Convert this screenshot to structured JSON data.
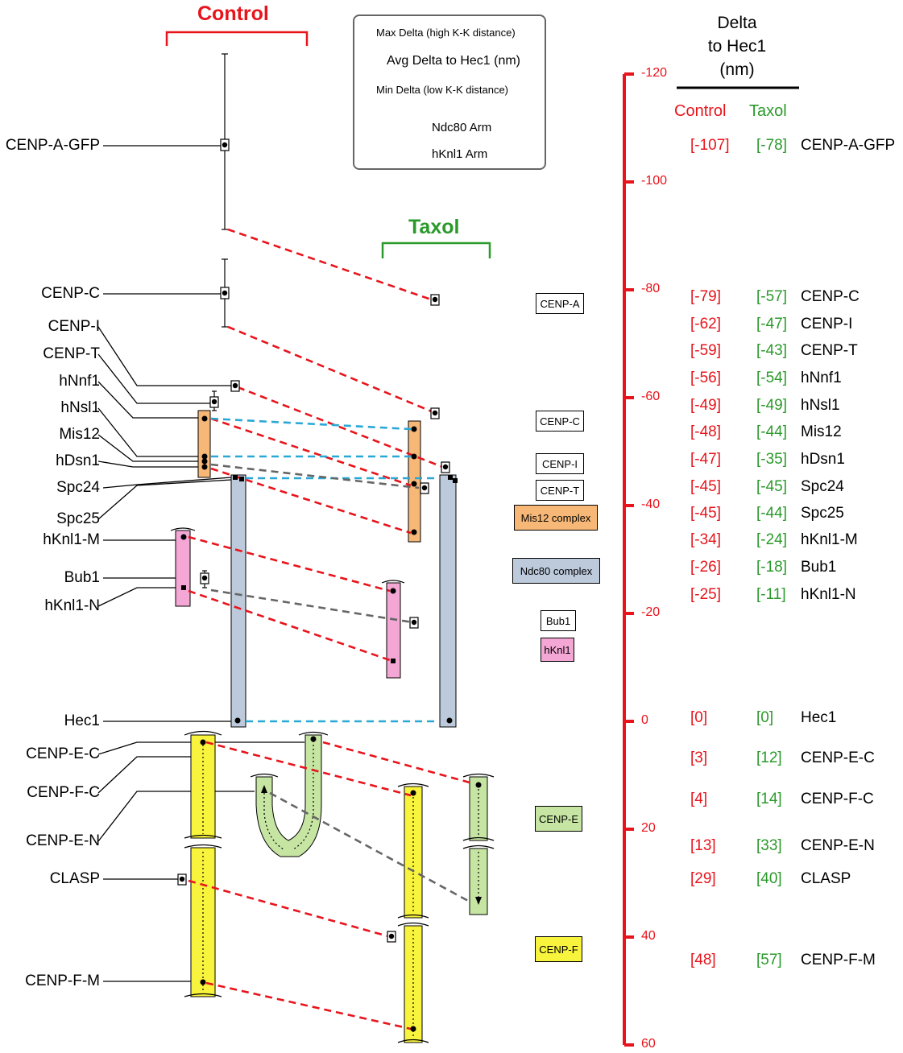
{
  "headers": {
    "control": "Control",
    "taxol": "Taxol"
  },
  "legend": {
    "max_label": "Max Delta (high K-K distance)",
    "avg_label": "Avg Delta to Hec1 (nm)",
    "min_label": "Min Delta (low K-K distance)",
    "ndc80_label": "Ndc80 Arm",
    "hknl1_label": "hKnl1 Arm",
    "ndc80_color": "#29a8d6",
    "hknl1_color": "#e8141c"
  },
  "protein_labels": [
    "CENP-A-GFP",
    "CENP-C",
    "CENP-I",
    "CENP-T",
    "hNnf1",
    "hNsl1",
    "Mis12",
    "hDsn1",
    "Spc24",
    "Spc25",
    "hKnl1-M",
    "Bub1",
    "hKnl1-N",
    "Hec1",
    "CENP-E-C",
    "CENP-F-C",
    "CENP-E-N",
    "CLASP",
    "CENP-F-M"
  ],
  "complex_boxes": [
    {
      "label": "CENP-A",
      "color": "#ffffff"
    },
    {
      "label": "CENP-C",
      "color": "#ffffff"
    },
    {
      "label": "CENP-I",
      "color": "#ffffff"
    },
    {
      "label": "CENP-T",
      "color": "#ffffff"
    },
    {
      "label": "Mis12 complex",
      "color": "#f7b877"
    },
    {
      "label": "Ndc80 complex",
      "color": "#bccadb"
    },
    {
      "label": "Bub1",
      "color": "#ffffff"
    },
    {
      "label": "hKnl1",
      "color": "#f4a6d5"
    },
    {
      "label": "CENP-E",
      "color": "#c6e5a2"
    },
    {
      "label": "CENP-F",
      "color": "#f8f33c"
    }
  ],
  "axis": {
    "ticks": [
      "-120",
      "-100",
      "-80",
      "-60",
      "-40",
      "-20",
      "0",
      "20",
      "40",
      "60"
    ],
    "color": "#e8141c"
  },
  "delta_table": {
    "title_lines": [
      "Delta",
      "to Hec1",
      "(nm)"
    ],
    "col_control": "Control",
    "col_taxol": "Taxol",
    "rows": [
      {
        "control": "[-107]",
        "taxol": "[-78]",
        "name": "CENP-A-GFP"
      },
      {
        "control": "[-79]",
        "taxol": "[-57]",
        "name": "CENP-C"
      },
      {
        "control": "[-62]",
        "taxol": "[-47]",
        "name": "CENP-I"
      },
      {
        "control": "[-59]",
        "taxol": "[-43]",
        "name": "CENP-T"
      },
      {
        "control": "[-56]",
        "taxol": "[-54]",
        "name": "hNnf1"
      },
      {
        "control": "[-49]",
        "taxol": "[-49]",
        "name": "hNsl1"
      },
      {
        "control": "[-48]",
        "taxol": "[-44]",
        "name": "Mis12"
      },
      {
        "control": "[-47]",
        "taxol": "[-35]",
        "name": "hDsn1"
      },
      {
        "control": "[-45]",
        "taxol": "[-45]",
        "name": "Spc24"
      },
      {
        "control": "[-45]",
        "taxol": "[-44]",
        "name": "Spc25"
      },
      {
        "control": "[-34]",
        "taxol": "[-24]",
        "name": "hKnl1-M"
      },
      {
        "control": "[-26]",
        "taxol": "[-18]",
        "name": "Bub1"
      },
      {
        "control": "[-25]",
        "taxol": "[-11]",
        "name": "hKnl1-N"
      },
      {
        "control": "[0]",
        "taxol": "[0]",
        "name": "Hec1"
      },
      {
        "control": "[3]",
        "taxol": "[12]",
        "name": "CENP-E-C"
      },
      {
        "control": "[4]",
        "taxol": "[14]",
        "name": "CENP-F-C"
      },
      {
        "control": "[13]",
        "taxol": "[33]",
        "name": "CENP-E-N"
      },
      {
        "control": "[29]",
        "taxol": "[40]",
        "name": "CLASP"
      },
      {
        "control": "[48]",
        "taxol": "[57]",
        "name": "CENP-F-M"
      }
    ]
  }
}
